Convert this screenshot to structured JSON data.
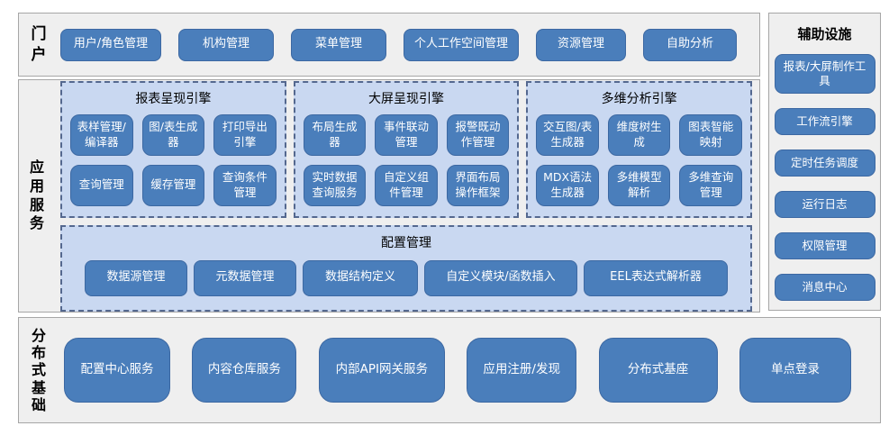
{
  "colors": {
    "button_fill": "#4a7ebb",
    "button_border": "#3c68a2",
    "panel_fill": "#c9d8f1",
    "panel_dashed_border": "#54688f",
    "section_fill": "#efefef",
    "section_border": "#a6a6a6",
    "button_text": "#ffffff"
  },
  "portal": {
    "label": "门户",
    "items": [
      "用户/角色管理",
      "机构管理",
      "菜单管理",
      "个人工作空间管理",
      "资源管理",
      "自助分析"
    ]
  },
  "app_services": {
    "label": "应用服务",
    "engines": [
      {
        "title": "报表呈现引擎",
        "items": [
          "表样管理/编译器",
          "图/表生成器",
          "打印导出引擎",
          "查询管理",
          "缓存管理",
          "查询条件管理"
        ]
      },
      {
        "title": "大屏呈现引擎",
        "items": [
          "布局生成器",
          "事件联动管理",
          "报警既动作管理",
          "实时数据查询服务",
          "自定义组件管理",
          "界面布局操作框架"
        ]
      },
      {
        "title": "多维分析引擎",
        "items": [
          "交互图/表生成器",
          "维度树生成",
          "图表智能映射",
          "MDX语法生成器",
          "多维模型解析",
          "多维查询管理"
        ]
      }
    ],
    "config": {
      "title": "配置管理",
      "items": [
        "数据源管理",
        "元数据管理",
        "数据结构定义",
        "自定义模块/函数插入",
        "EEL表达式解析器"
      ]
    }
  },
  "auxiliary": {
    "label": "辅助设施",
    "items": [
      "报表/大屏制作工具",
      "工作流引擎",
      "定时任务调度",
      "运行日志",
      "权限管理",
      "消息中心"
    ]
  },
  "foundation": {
    "label": "分布式基础",
    "items": [
      "配置中心服务",
      "内容仓库服务",
      "内部API网关服务",
      "应用注册/发现",
      "分布式基座",
      "单点登录"
    ]
  }
}
